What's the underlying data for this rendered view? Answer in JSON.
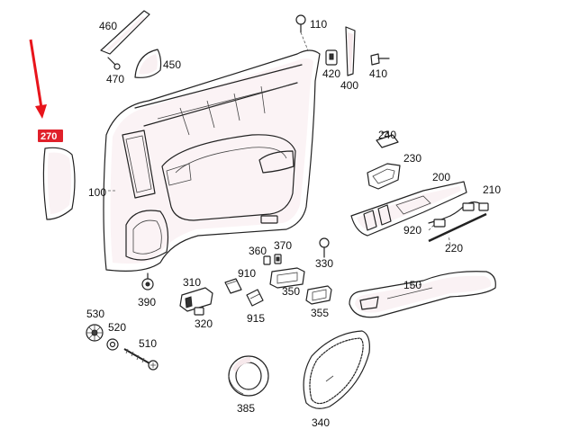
{
  "labels": {
    "p100": "100",
    "p110": "110",
    "p150": "150",
    "p200": "200",
    "p210": "210",
    "p220": "220",
    "p230": "230",
    "p240": "240",
    "p310": "310",
    "p320": "320",
    "p330": "330",
    "p340": "340",
    "p350": "350",
    "p355": "355",
    "p360": "360",
    "p370": "370",
    "p385": "385",
    "p390": "390",
    "p400": "400",
    "p410": "410",
    "p420": "420",
    "p450": "450",
    "p460": "460",
    "p470": "470",
    "p510": "510",
    "p520": "520",
    "p530": "530",
    "p910": "910",
    "p915": "915",
    "p920": "920",
    "highlight": "270"
  },
  "colors": {
    "highlight_box": "#e0202a",
    "arrow": "#e8141b",
    "part_tint": "#f7e9ec",
    "line": "#222222"
  }
}
